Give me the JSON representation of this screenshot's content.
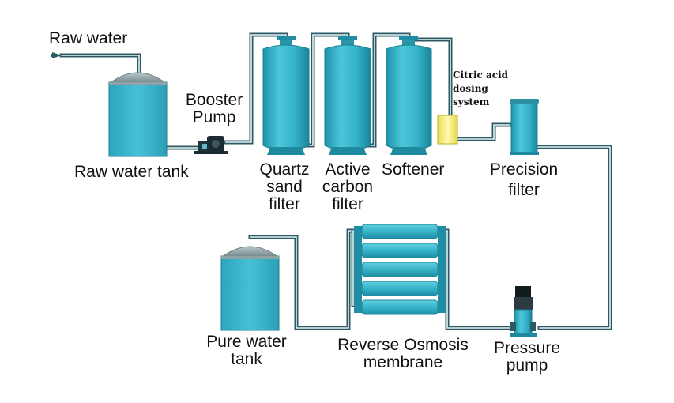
{
  "colors": {
    "vessel": "#35b6cc",
    "vessel_dark": "#1f8ea4",
    "dome": "#8fa3a7",
    "pipe_dark": "#2c5a64",
    "pipe_light": "#e6f3f5",
    "dosing_box": "#f2ea6a",
    "pump_dark": "#1b2b33"
  },
  "labels": {
    "raw_water": "Raw water",
    "raw_water_tank": "Raw water tank",
    "booster_pump_l1": "Booster",
    "booster_pump_l2": "Pump",
    "quartz_l1": "Quartz",
    "quartz_l2": "sand",
    "quartz_l3": "filter",
    "carbon_l1": "Active",
    "carbon_l2": "carbon",
    "carbon_l3": "filter",
    "softener": "Softener",
    "citric_l1": "Citric acid",
    "citric_l2": "dosing",
    "citric_l3": "system",
    "precision_l1": "Precision",
    "precision_l2": "filter",
    "ro_l1": "Reverse Osmosis",
    "ro_l2": "membrane",
    "pressure_l1": "Pressure",
    "pressure_l2": "pump",
    "pure_l1": "Pure water",
    "pure_l2": "tank"
  }
}
